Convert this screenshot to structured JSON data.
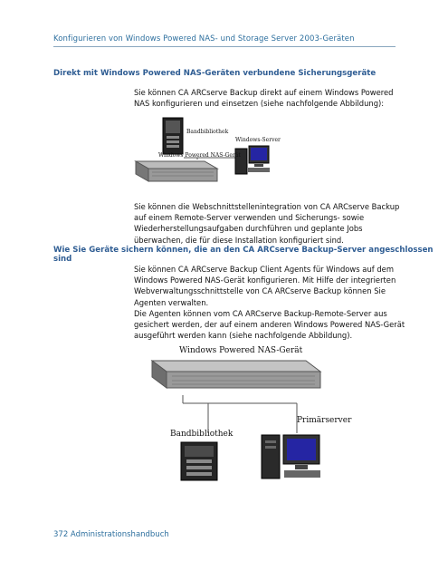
{
  "header": {
    "running_title": "Konfigurieren von Windows Powered NAS- und Storage Server 2003-Geräten"
  },
  "section1": {
    "heading": "Direkt mit Windows Powered NAS-Geräten verbundene Sicherungsgeräte",
    "para1": "Sie können CA ARCserve Backup direkt auf einem Windows Powered NAS konfigurieren und einsetzen (siehe nachfolgende Abbildung):",
    "figure": {
      "label_library": "Bandbibliothek",
      "label_server": "Windows-Server",
      "label_nas": "Windows Powered NAS-Gerät"
    },
    "para2": "Sie können die Webschnittstellenintegration von CA ARCserve Backup auf einem Remote-Server verwenden und Sicherungs- sowie Wiederherstellungsaufgaben durchführen und geplante Jobs überwachen, die für diese Installation konfiguriert sind."
  },
  "section2": {
    "heading": "Wie Sie Geräte sichern können, die an den CA ARCserve Backup-Server angeschlossen sind",
    "para1": "Sie können CA ARCserve Backup Client Agents für Windows auf dem Windows Powered NAS-Gerät konfigurieren. Mit Hilfe der integrierten Webverwaltungsschnittstelle von CA ARCserve Backup können Sie Agenten verwalten.",
    "para2": "Die Agenten können vom CA ARCserve Backup-Remote-Server aus gesichert werden, der auf einem anderen Windows Powered NAS-Gerät ausgeführt werden kann (siehe nachfolgende Abbildung).",
    "figure": {
      "label_nas": "Windows Powered NAS-Gerät",
      "label_primary": "Primärserver",
      "label_library": "Bandbibliothek"
    }
  },
  "footer": {
    "text": "372 Administrationshandbuch"
  }
}
